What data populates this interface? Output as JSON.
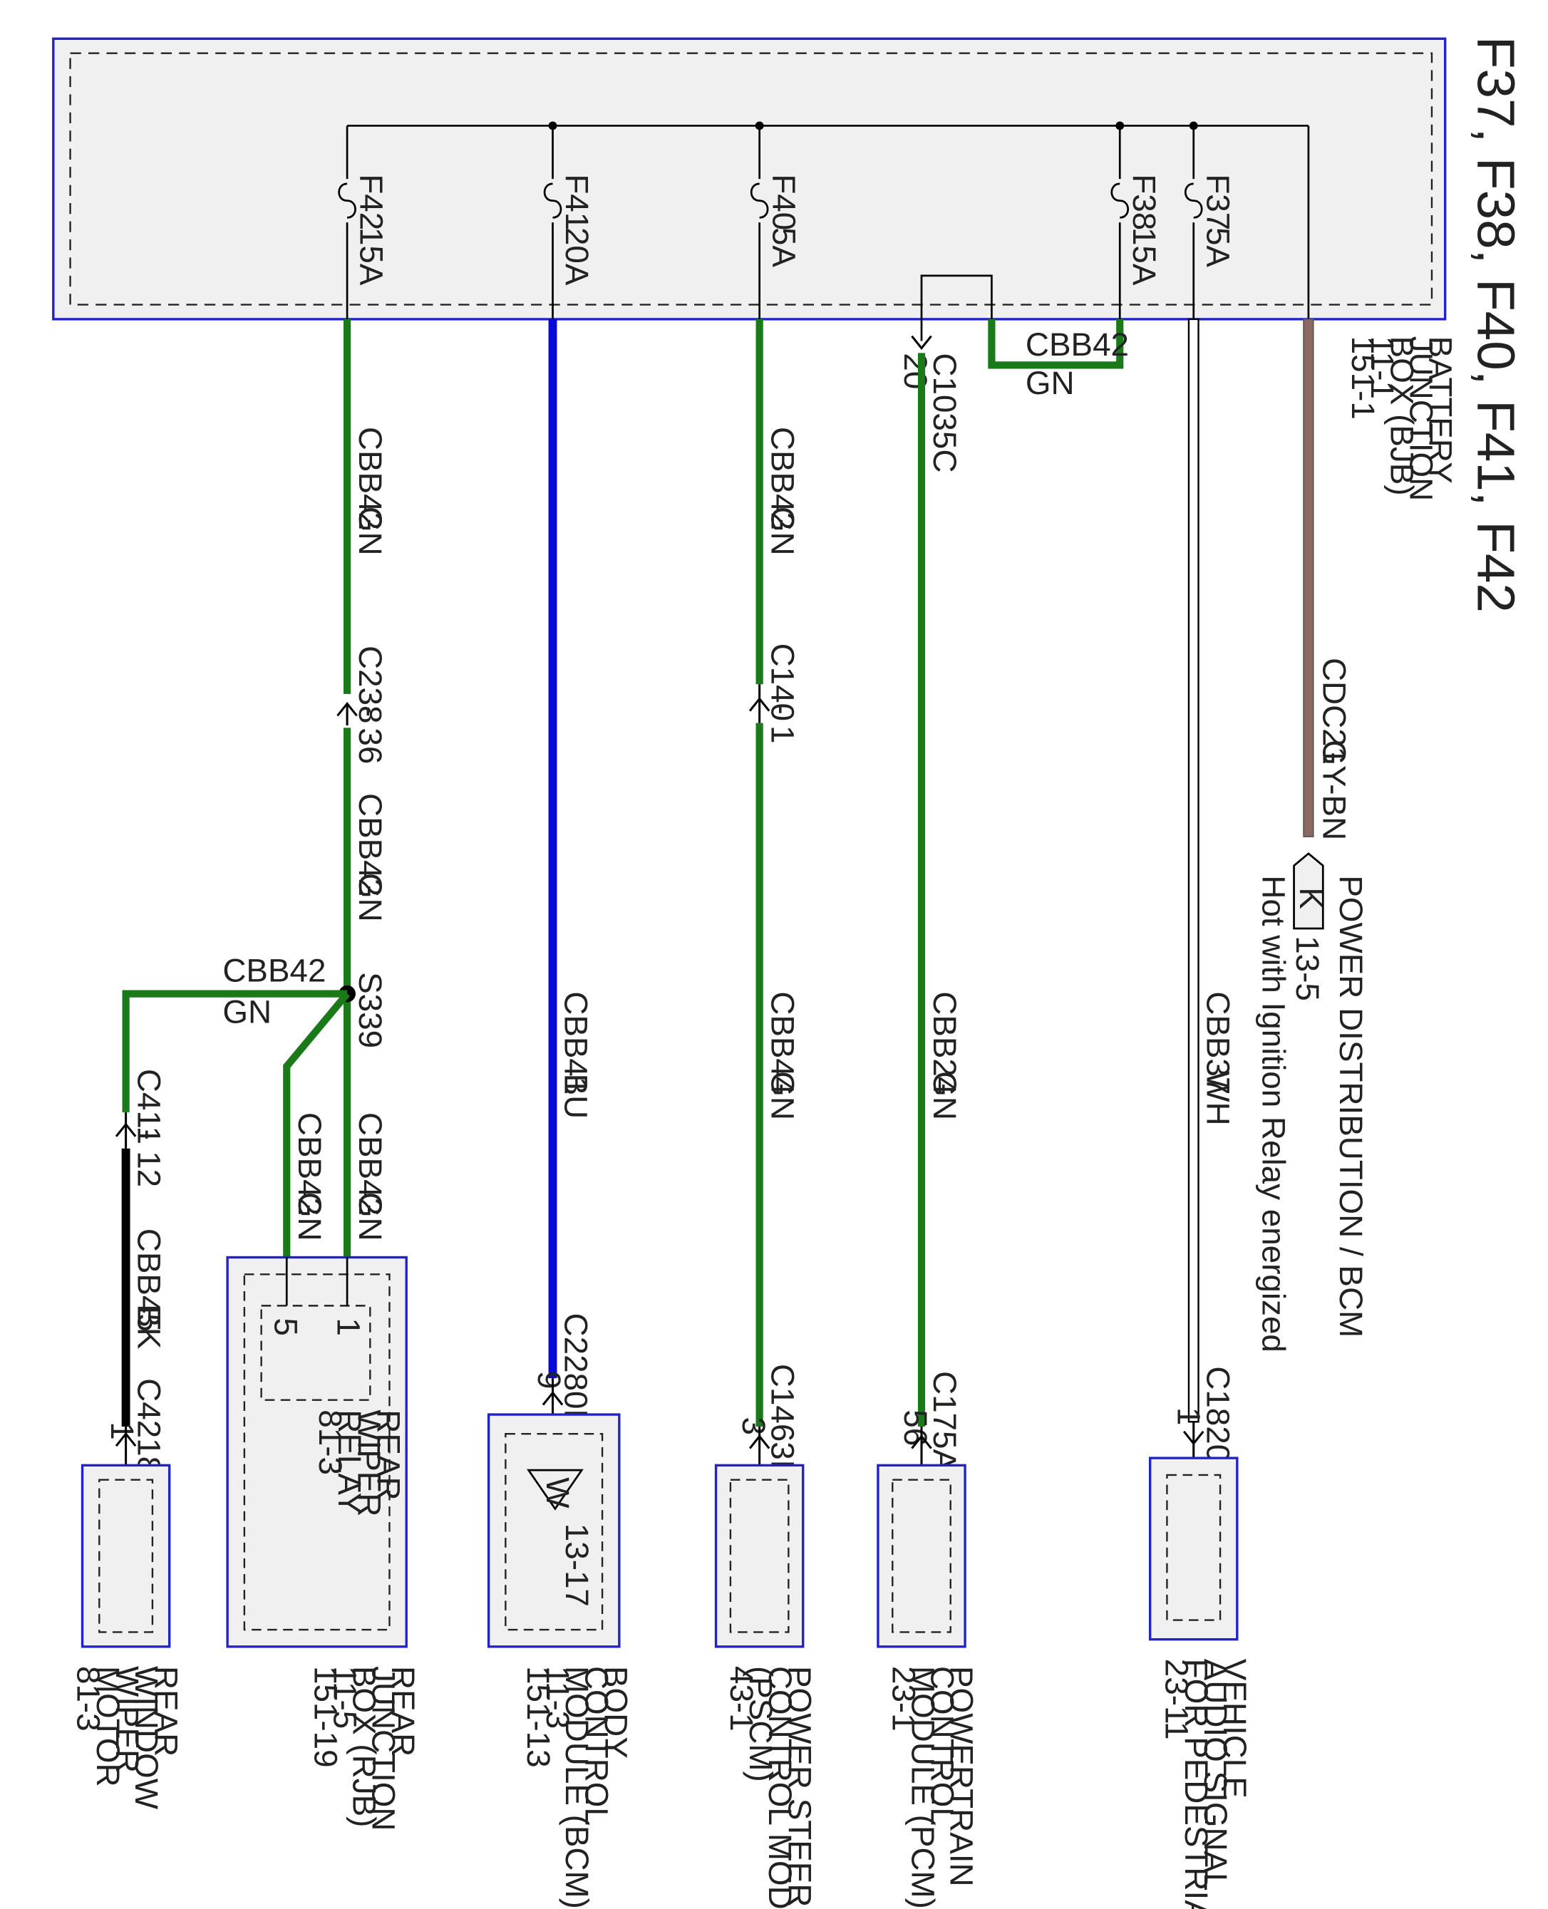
{
  "title": "F37, F38, F40, F41, F42",
  "colors": {
    "green": "#1a7a1a",
    "blue": "#0a0ad8",
    "black": "#000000",
    "white_wire": "#ffffff",
    "gray_brown": "#8c6a63",
    "box_border": "#2222cc",
    "box_fill": "#f0f0f0"
  },
  "bjb": {
    "line1": "BATTERY",
    "line2": "JUNCTION",
    "line3": "BOX (BJB)",
    "line4": "11-1",
    "line5": "151-1"
  },
  "fuses": {
    "f42": {
      "id": "F42",
      "amps": "15A"
    },
    "f41": {
      "id": "F41",
      "amps": "20A"
    },
    "f40": {
      "id": "F40",
      "amps": "5A"
    },
    "f38": {
      "id": "F38",
      "amps": "15A"
    },
    "f37": {
      "id": "F37",
      "amps": "5A"
    }
  },
  "wires": {
    "f42_top": {
      "circuit": "CBB42",
      "color": "GN"
    },
    "c238": {
      "name": "C238",
      "dash": "-",
      "pin": "36"
    },
    "f42_mid": {
      "circuit": "CBB42",
      "color": "GN"
    },
    "s339": "S339",
    "s339_left": {
      "circuit": "CBB42",
      "color": "GN"
    },
    "c411": {
      "name": "C411",
      "dash": "-",
      "pin": "12"
    },
    "cbb45": {
      "circuit": "CBB45",
      "color": "BK"
    },
    "c4218": {
      "name": "C4218",
      "pin": "1"
    },
    "rjb_a": {
      "circuit": "CBB42",
      "color": "GN"
    },
    "rjb_b": {
      "circuit": "CBB42",
      "color": "GN"
    },
    "rjb_pin_a": "5",
    "rjb_pin_b": "1",
    "f41_wire": {
      "circuit": "CBB41",
      "color": "BU"
    },
    "c2280d": {
      "name": "C2280D",
      "pin": "9"
    },
    "f40_top": {
      "circuit": "CBB42",
      "color": "GN"
    },
    "c140": {
      "name": "C140",
      "dash": "-",
      "pin": "1"
    },
    "f40_bottom": {
      "circuit": "CBB44",
      "color": "GN"
    },
    "c1463b": {
      "name": "C1463B",
      "pin": "3"
    },
    "jumper": {
      "circuit": "CBB42",
      "color": "GN"
    },
    "c1035c": {
      "name": "C1035C",
      "pin": "20"
    },
    "f38_bottom": {
      "circuit": "CBB24",
      "color": "GN"
    },
    "c175a": {
      "name": "C175A",
      "pin": "56"
    },
    "f37_wire": {
      "circuit": "CBB37",
      "color": "WH"
    },
    "c1820": {
      "name": "C1820",
      "pin": "1"
    },
    "cdc21": {
      "circuit": "CDC21",
      "color": "GY-BN"
    },
    "offpage": {
      "letter": "K",
      "ref": "13-5",
      "dest": "POWER DISTRIBUTION / BCM",
      "note": "Hot with Ignition Relay energized"
    }
  },
  "components": {
    "rear_wiper_motor": {
      "line1": "REAR",
      "line2": "WINDOW",
      "line3": "WIPER",
      "line4": "MOTOR",
      "line5": "81-3"
    },
    "rjb": {
      "line1": "REAR",
      "line2": "JUNCTION",
      "line3": "BOX (RJB)",
      "line4": "11-5",
      "line5": "151-19"
    },
    "relay": {
      "line1": "REAR",
      "line2": "WIPER",
      "line3": "RELAY",
      "line4": "81-3"
    },
    "bcm": {
      "line1": "BODY",
      "line2": "CONTROL",
      "line3": "MODULE (BCM)",
      "line4": "11-3",
      "line5": "151-13",
      "ref": "13-17",
      "symbol": "W"
    },
    "pscm": {
      "line1": "POWER STEERING",
      "line2": "CONTROL MODULE",
      "line3": "(PSCM)",
      "line4": "43-1"
    },
    "pcm": {
      "line1": "POWERTRAIN",
      "line2": "CONTROL",
      "line3": "MODULE (PCM)",
      "line4": "23-1"
    },
    "avas": {
      "line1": "VEHICLE",
      "line2": "AUDIO SIGNAL",
      "line3": "FOR PEDESTRIAN",
      "line4": "23-11"
    }
  }
}
